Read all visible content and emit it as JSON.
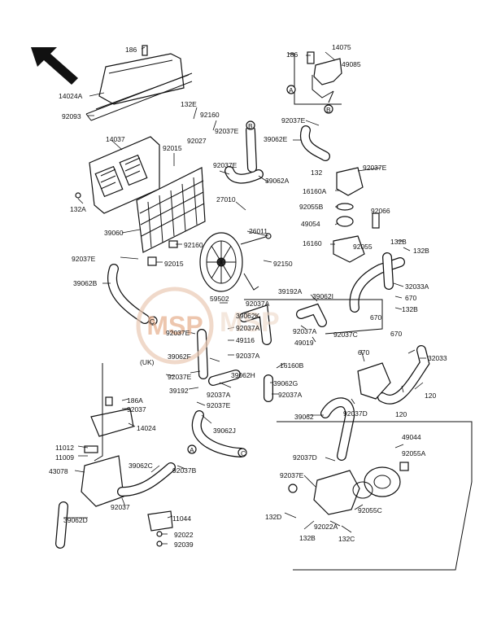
{
  "watermark": "MSP",
  "labels": {
    "l186a": "186",
    "l14075": "14075",
    "l186b": "186",
    "l49085": "49085",
    "l14024A": "14024A",
    "lA1": "A",
    "lB1": "B",
    "l92093": "92093",
    "l132E": "132E",
    "l92160a": "92160",
    "l92037Ea": "92037E",
    "lB2": "B",
    "l39062E": "39062E",
    "l14037": "14037",
    "l92027": "92027",
    "l92015a": "92015",
    "l92037Eb": "92037E",
    "l39062A": "39062A",
    "l132a": "132",
    "l92037Ec": "92037E",
    "l16160A": "16160A",
    "l132A": "132A",
    "l27010": "27010",
    "l92055B": "92055B",
    "l92066": "92066",
    "l49054": "49054",
    "l39060": "39060",
    "l26011": "26011",
    "l16160": "16160",
    "l92055": "92055",
    "l132Ba": "132B",
    "l132Bb": "132B",
    "l92160b": "92160",
    "l92037Ed": "92037E",
    "l92015b": "92015",
    "l92150": "92150",
    "l32033A": "32033A",
    "l39062B": "39062B",
    "l670a": "670",
    "l670b": "670",
    "l132Bc": "132B",
    "l59502": "59502",
    "l39192A": "39192A",
    "l39062I": "39062I",
    "l92037Aa": "92037A",
    "l39062K": "39062K",
    "lC1": "C",
    "l92037Ee": "92037E",
    "l92037Ab": "92037A",
    "l49116": "49116",
    "l92037Ac": "92037A",
    "l92037C": "92037C",
    "l49019": "49019",
    "l670c": "670",
    "l670d": "670",
    "l32033": "32033",
    "lUK": "(UK)",
    "l39062F": "39062F",
    "l92037Ad": "92037A",
    "l16160B": "16160B",
    "l92037Ef": "92037E",
    "l39062H": "39062H",
    "l39062G": "39062G",
    "l39192": "39192",
    "l92037Ae": "92037A",
    "l92037Af": "92037A",
    "l120a": "120",
    "l120b": "120",
    "l186A": "186A",
    "l92037a": "92037",
    "l92037Eg": "92037E",
    "l14024": "14024",
    "l39062J": "39062J",
    "l39062": "39062",
    "l92037D": "92037D",
    "l11012": "11012",
    "l11009": "11009",
    "l49044": "49044",
    "l92055A": "92055A",
    "l43078": "43078",
    "l39062C": "39062C",
    "lA2": "A",
    "l92037Da": "92037D",
    "l92037B": "92037B",
    "lC2": "C",
    "l92037b": "92037",
    "l11044": "11044",
    "l92037Eh": "92037E",
    "l39062D": "39062D",
    "l92055C": "92055C",
    "l132D": "132D",
    "l92022A": "92022A",
    "l92022": "92022",
    "l132Bd": "132B",
    "l132C": "132C",
    "l92039": "92039"
  }
}
